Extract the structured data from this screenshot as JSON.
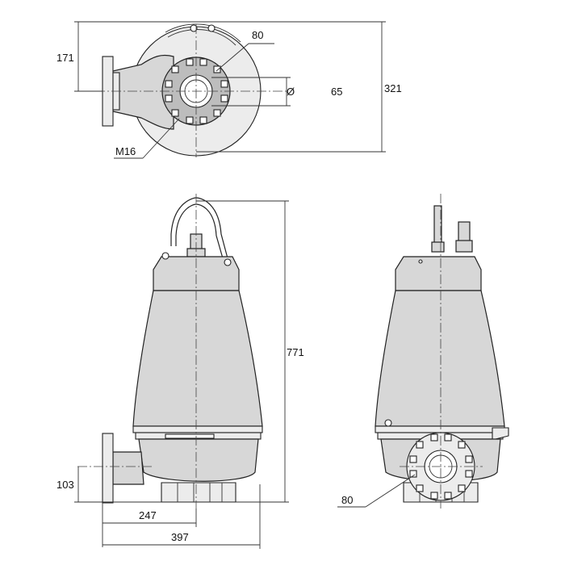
{
  "labels": {
    "top_flange_offset": "171",
    "top_bolt_circle": "80",
    "top_dn": "65",
    "top_total_width": "321",
    "top_bolt_size": "M16",
    "height_total": "771",
    "outlet_height": "103",
    "outlet_offset": "247",
    "total_length": "397",
    "side_bolt_circle": "80",
    "diameter_symbol": "Ø"
  }
}
